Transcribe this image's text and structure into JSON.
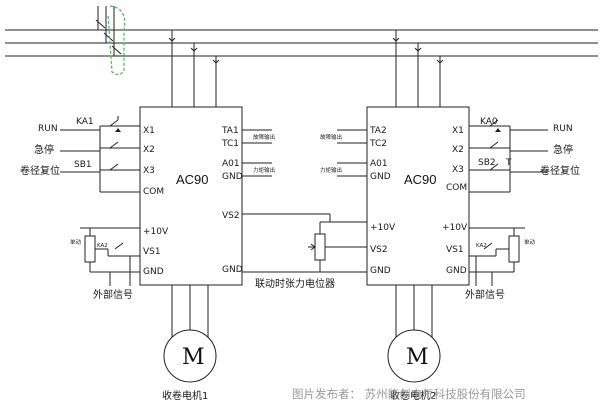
{
  "drive_left": {
    "model": "AC90",
    "terminals_left": [
      "X1",
      "X2",
      "X3",
      "COM",
      "+10V",
      "VS1",
      "GND"
    ],
    "terminals_right": [
      "TA1",
      "TC1",
      "A01",
      "GND",
      "VS2",
      "GND"
    ],
    "fault_output": "故障输出",
    "analog_output": "力矩输出"
  },
  "drive_right": {
    "model": "AC90",
    "terminals_left": [
      "TA2",
      "TC2",
      "A01",
      "GND",
      "+10V",
      "VS2",
      "GND"
    ],
    "terminals_right": [
      "X1",
      "X2",
      "X3",
      "COM",
      "+10V",
      "VS1",
      "GND"
    ],
    "fault_output": "故障输出",
    "analog_output": "力矩输出"
  },
  "left_controls": {
    "relay_run": "KA1",
    "relay_reset": "SB1",
    "run": "RUN",
    "estop": "急停",
    "reset": "卷径复位",
    "pot_relay": "KA2",
    "pot_label": "单动"
  },
  "right_controls": {
    "relay_run": "KA0",
    "relay_reset": "SB2",
    "reset_mark": "T",
    "run": "RUN",
    "estop": "急停",
    "reset": "卷径复位",
    "pot_relay": "KA2",
    "pot_label": "单动"
  },
  "labels": {
    "external_signal_left": "外部信号",
    "external_signal_right": "外部信号",
    "linked_pot": "联动时张力电位器",
    "motor_left": "收卷电机1",
    "motor_right": "收卷电机2",
    "motor_symbol": "M",
    "watermark": "图片发布者：  苏州能创电气科技股份有限公司"
  }
}
